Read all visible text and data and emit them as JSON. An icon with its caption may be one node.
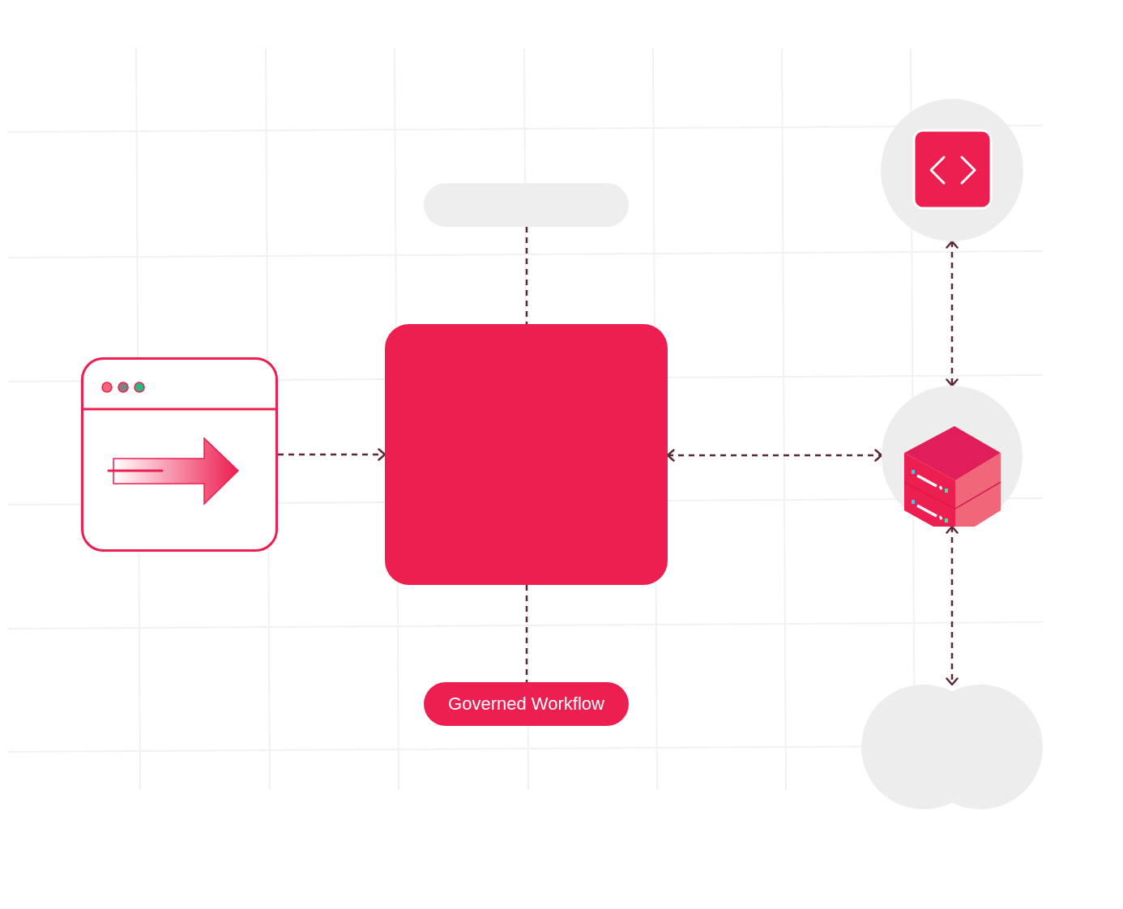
{
  "diagram": {
    "nodes": [
      {
        "text": [],
        "shape": "box"
      },
      {
        "text": [],
        "shape": "picture"
      },
      {
        "text": [],
        "shape": "box"
      },
      {
        "text": [],
        "shape": "circle"
      },
      {
        "text": [],
        "shape": "circle"
      },
      {
        "text": [],
        "shape": "circle"
      },
      {
        "text": [
          "Governed Workflow"
        ]
      }
    ],
    "edges": [
      {
        "from": 0,
        "to": 2,
        "arrow": "none",
        "style": "dashed"
      },
      {
        "from": 1,
        "to": 2,
        "arrow": "to",
        "style": "dashed"
      },
      {
        "from": 2,
        "to": 4,
        "arrow": "both",
        "style": "dashed"
      },
      {
        "from": 3,
        "to": 4,
        "arrow": "both",
        "style": "dashed"
      },
      {
        "from": 4,
        "to": 5,
        "arrow": "both",
        "style": "dashed"
      },
      {
        "from": 2,
        "to": 6,
        "arrow": "none",
        "style": "dashed"
      }
    ]
  }
}
